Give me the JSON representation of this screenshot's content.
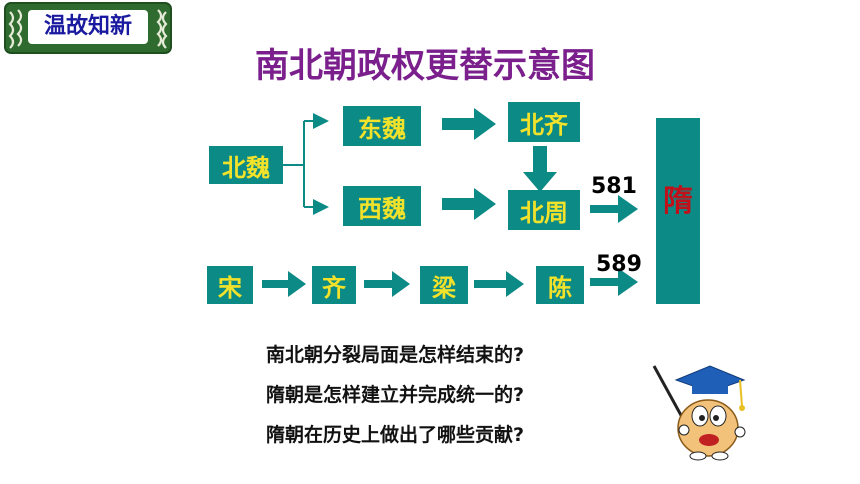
{
  "badge": {
    "label": "温故知新"
  },
  "title": "南北朝政权更替示意图",
  "north": {
    "beiwei": "北魏",
    "dongwei": "东魏",
    "xiwei": "西魏",
    "beiqi": "北齐",
    "beizhou": "北周",
    "year_north": "581"
  },
  "south": {
    "song": "宋",
    "qi": "齐",
    "liang": "梁",
    "chen": "陈",
    "year_south": "589"
  },
  "sui": "隋",
  "questions": [
    "南北朝分裂局面是怎样结束的?",
    "隋朝是怎样建立并完成统一的?",
    "隋朝在历史上做出了哪些贡献?"
  ],
  "colors": {
    "box": "#0c8a86",
    "box_text": "#f2e22a",
    "title": "#7a1f8c",
    "sui_text": "#c0101a",
    "badge_text": "#1a1aa0"
  },
  "icons": [
    "ornamental-badge-frame",
    "graduation-cap-teacher-mascot"
  ]
}
